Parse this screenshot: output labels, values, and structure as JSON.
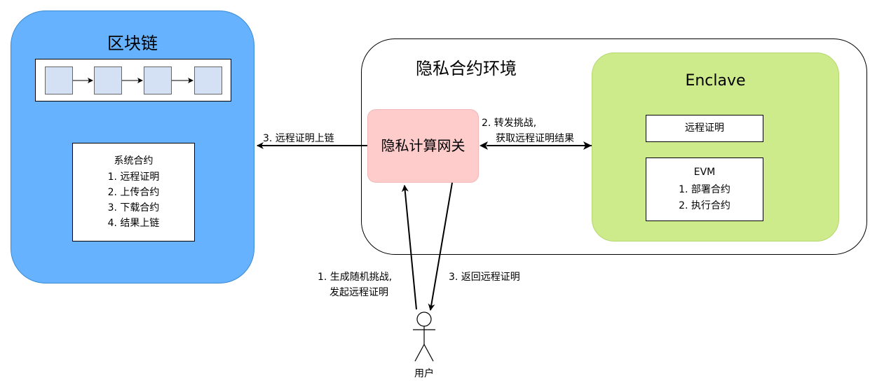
{
  "blockchain": {
    "title": "区块链",
    "system_contract": {
      "title": "系统合约",
      "items": [
        "1. 远程证明",
        "2. 上传合约",
        "3. 下载合约",
        "4. 结果上链"
      ]
    }
  },
  "privacy_env": {
    "title": "隐私合约环境",
    "gateway": "隐私计算网关",
    "enclave": {
      "title": "Enclave",
      "remote_attestation": "远程证明",
      "evm": {
        "title": "EVM",
        "items": [
          "1. 部署合约",
          "2. 执行合约"
        ]
      }
    }
  },
  "arrows": {
    "to_chain": "3. 远程证明上链",
    "to_enclave_line1": "2. 转发挑战,",
    "to_enclave_line2": "获取远程证明结果",
    "user_up_line1": "1. 生成随机挑战,",
    "user_up_line2": "发起远程证明",
    "user_down": "3. 返回远程证明"
  },
  "user": {
    "caption": "用户"
  },
  "colors": {
    "blockchain_fill": "#66B2FF",
    "block_fill": "#D4E1F5",
    "enclave_fill": "#CDEB8B",
    "gateway_fill": "#FFCCCC"
  }
}
